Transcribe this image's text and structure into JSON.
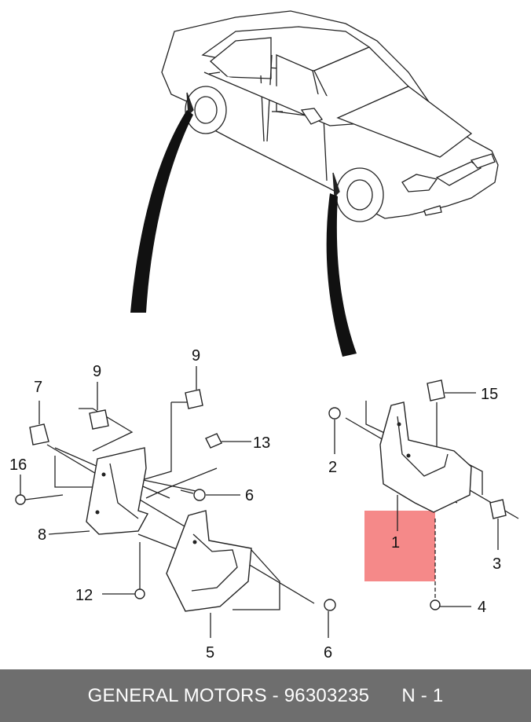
{
  "footer": {
    "brand": "GENERAL MOTORS",
    "separator": " - ",
    "part_number": "96303235",
    "page_ref": "N - 1"
  },
  "highlight_color": "#f47c7c",
  "callouts": [
    {
      "id": "c1",
      "label": "1"
    },
    {
      "id": "c2",
      "label": "2"
    },
    {
      "id": "c3",
      "label": "3"
    },
    {
      "id": "c4",
      "label": "4"
    },
    {
      "id": "c5",
      "label": "5"
    },
    {
      "id": "c6a",
      "label": "6"
    },
    {
      "id": "c6b",
      "label": "6"
    },
    {
      "id": "c7",
      "label": "7"
    },
    {
      "id": "c8",
      "label": "8"
    },
    {
      "id": "c9a",
      "label": "9"
    },
    {
      "id": "c9b",
      "label": "9"
    },
    {
      "id": "c12",
      "label": "12"
    },
    {
      "id": "c13",
      "label": "13"
    },
    {
      "id": "c15",
      "label": "15"
    },
    {
      "id": "c16",
      "label": "16"
    }
  ]
}
